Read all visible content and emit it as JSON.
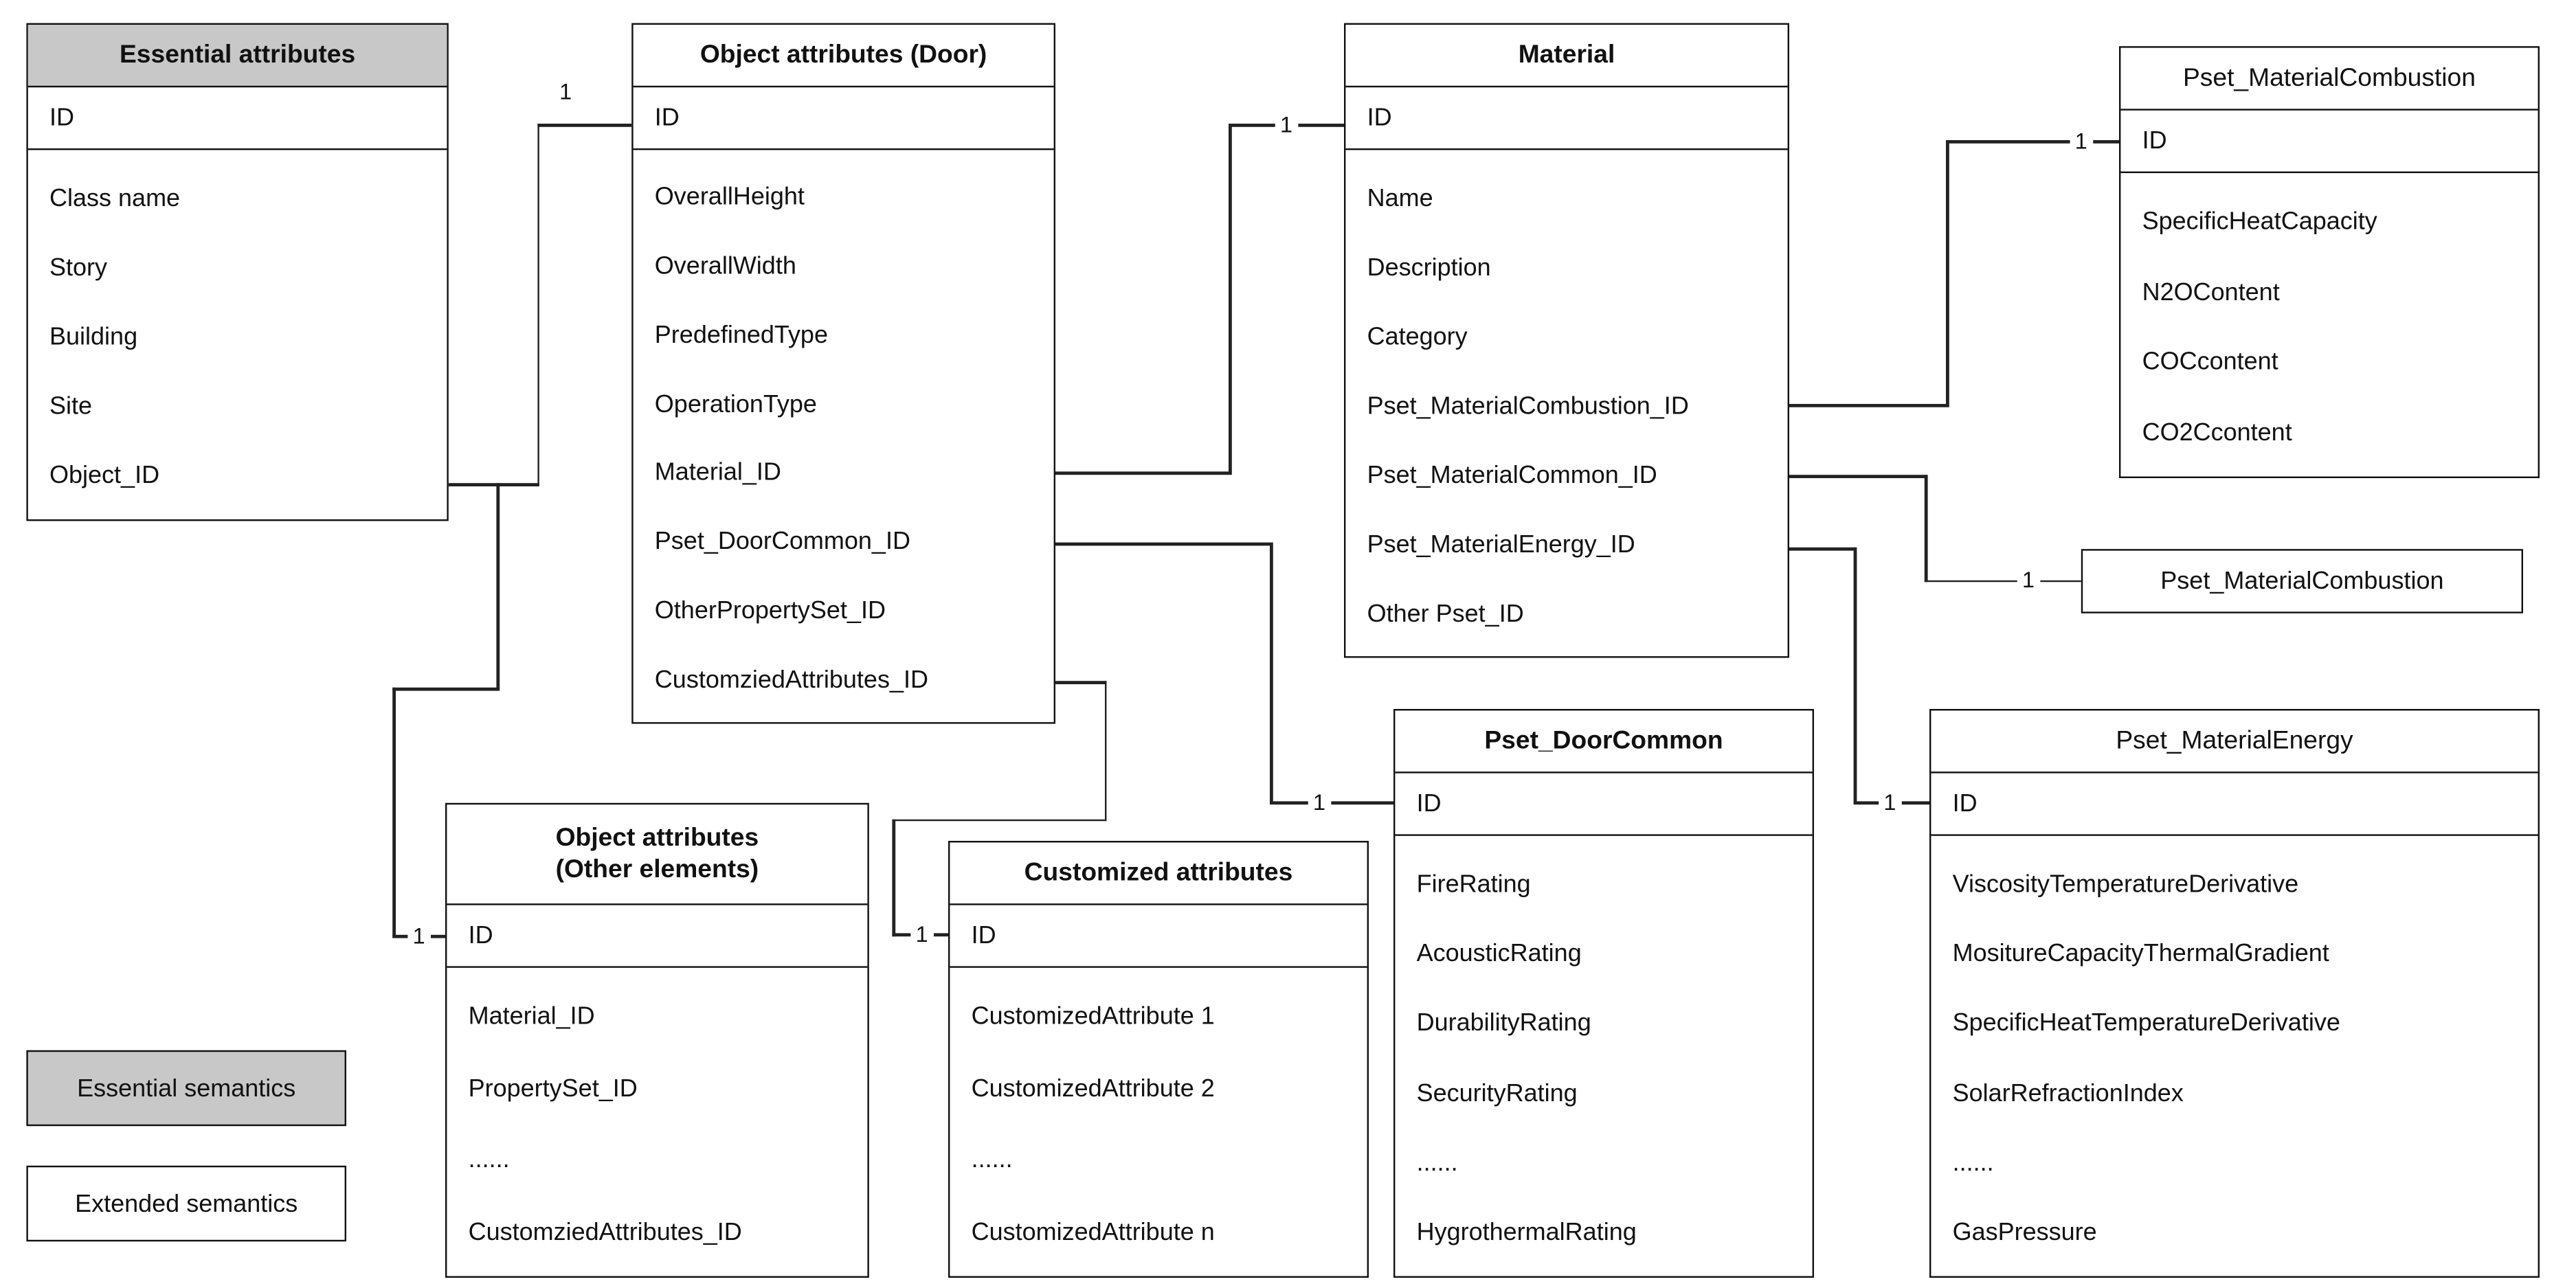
{
  "diagram": {
    "multiplicity": "1",
    "colors": {
      "header_fill": "#c8c8c8",
      "line": "#222222",
      "border": "#111111",
      "background": "#ffffff"
    },
    "boxes": {
      "essential": {
        "title": "Essential attributes",
        "id_label": "ID",
        "rows": [
          "Class name",
          "Story",
          "Building",
          "Site",
          "Object_ID"
        ]
      },
      "door": {
        "title": "Object attributes (Door)",
        "id_label": "ID",
        "rows": [
          "OverallHeight",
          "OverallWidth",
          "PredefinedType",
          "OperationType",
          "Material_ID",
          "Pset_DoorCommon_ID",
          "OtherPropertySet_ID",
          "CustomziedAttributes_ID"
        ]
      },
      "material": {
        "title": "Material",
        "id_label": "ID",
        "rows": [
          "Name",
          "Description",
          "Category",
          "Pset_MaterialCombustion_ID",
          "Pset_MaterialCommon_ID",
          "Pset_MaterialEnergy_ID",
          "Other Pset_ID"
        ]
      },
      "pset_material_combustion": {
        "title": "Pset_MaterialCombustion",
        "id_label": "ID",
        "rows": [
          "SpecificHeatCapacity",
          "N2OContent",
          "COCcontent",
          "CO2Ccontent"
        ]
      },
      "pset_material_combustion_ref": {
        "title": "Pset_MaterialCombustion"
      },
      "other_elements": {
        "title_line1": "Object attributes",
        "title_line2": "(Other elements)",
        "id_label": "ID",
        "rows": [
          "Material_ID",
          "PropertySet_ID",
          "......",
          "CustomziedAttributes_ID"
        ]
      },
      "customized": {
        "title": "Customized attributes",
        "id_label": "ID",
        "rows": [
          "CustomizedAttribute 1",
          "CustomizedAttribute 2",
          "......",
          "CustomizedAttribute n"
        ]
      },
      "pset_door_common": {
        "title": "Pset_DoorCommon",
        "id_label": "ID",
        "rows": [
          "FireRating",
          "AcousticRating",
          "DurabilityRating",
          "SecurityRating",
          "......",
          "HygrothermalRating"
        ]
      },
      "pset_material_energy": {
        "title": "Pset_MaterialEnergy",
        "id_label": "ID",
        "rows": [
          "ViscosityTemperatureDerivative",
          "MositureCapacityThermalGradient",
          "SpecificHeatTemperatureDerivative",
          "SolarRefractionIndex",
          "......",
          "GasPressure"
        ]
      }
    },
    "legend": {
      "essential": "Essential semantics",
      "extended": "Extended semantics"
    }
  }
}
